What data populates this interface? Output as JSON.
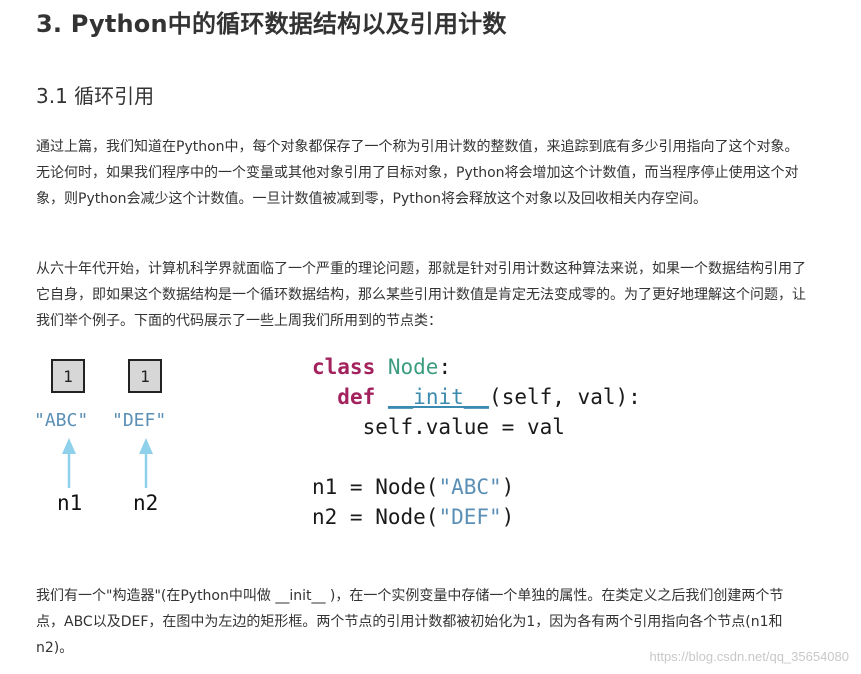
{
  "heading": "3. Python中的循环数据结构以及引用计数",
  "subheading": "3.1 循环引用",
  "paragraphs": {
    "p1": "通过上篇，我们知道在Python中，每个对象都保存了一个称为引用计数的整数值，来追踪到底有多少引用指向了这个对象。无论何时，如果我们程序中的一个变量或其他对象引用了目标对象，Python将会增加这个计数值，而当程序停止使用这个对象，则Python会减少这个计数值。一旦计数值被减到零，Python将会释放这个对象以及回收相关内存空间。",
    "p2": "从六十年代开始，计算机科学界就面临了一个严重的理论问题，那就是针对引用计数这种算法来说，如果一个数据结构引用了它自身，即如果这个数据结构是一个循环数据结构，那么某些引用计数值是肯定无法变成零的。为了更好地理解这个问题，让我们举个例子。下面的代码展示了一些上周我们所用到的节点类：",
    "p3": "我们有一个\"构造器\"(在Python中叫做 __init__ )，在一个实例变量中存储一个单独的属性。在类定义之后我们创建两个节点，ABC以及DEF，在图中为左边的矩形框。两个节点的引用计数都被初始化为1，因为各有两个引用指向各个节点(n1和n2)。"
  },
  "figure": {
    "nodes": [
      {
        "count": "1",
        "value": "\"ABC\"",
        "ref": "n1"
      },
      {
        "count": "1",
        "value": "\"DEF\"",
        "ref": "n2"
      }
    ],
    "code": {
      "kw_class": "class",
      "class_name": "Node",
      "colon": ":",
      "kw_def": "def",
      "init_name": "__init__",
      "params": "(self, val):",
      "body": "self.value = val",
      "n1_prefix": "n1 = Node(",
      "n1_arg": "\"ABC\"",
      "n2_prefix": "n2 = Node(",
      "n2_arg": "\"DEF\"",
      "close": ")"
    }
  },
  "watermark": "https://blog.csdn.net/qq_35654080",
  "colors": {
    "keyword": "#a3225e",
    "class_name": "#3b9c80",
    "function_name": "#3b8bb0",
    "string": "#5b8fb5",
    "arrow": "#8fd0ea",
    "refbox_fill": "#d7d7d7"
  }
}
